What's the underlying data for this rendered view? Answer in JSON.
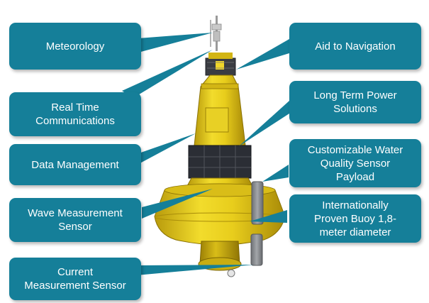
{
  "colors": {
    "callout_fill": "#157f99",
    "callout_text": "#ffffff",
    "buoy_yellow": "#e6cc1a",
    "solar_panel": "#2c2f36",
    "sensor_gray": "#8d9094"
  },
  "callouts": {
    "meteorology": "Meteorology",
    "aid_to_navigation": "Aid to Navigation",
    "real_time_communications": "Real Time\nCommunications",
    "long_term_power": "Long Term Power\nSolutions",
    "data_management": "Data Management",
    "water_quality": "Customizable Water\nQuality Sensor\nPayload",
    "wave_measurement": "Wave Measurement\nSensor",
    "buoy_diameter": "Internationally\nProven Buoy 1,8-\nmeter diameter",
    "current_measurement": "Current\nMeasurement Sensor"
  },
  "icons": {
    "buoy": "buoy-illustration"
  }
}
